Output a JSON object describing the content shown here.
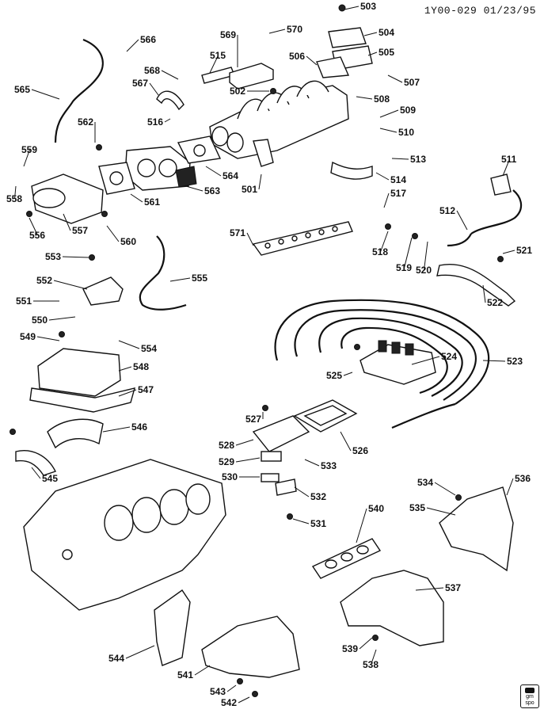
{
  "header": {
    "code": "1Y00-029 01/23/95"
  },
  "logo": {
    "text": "gm spo"
  },
  "callouts": [
    "501",
    "502",
    "503",
    "504",
    "505",
    "506",
    "507",
    "508",
    "509",
    "510",
    "511",
    "512",
    "513",
    "514",
    "515",
    "516",
    "517",
    "518",
    "519",
    "520",
    "521",
    "522",
    "523",
    "524",
    "525",
    "526",
    "527",
    "528",
    "529",
    "530",
    "531",
    "532",
    "533",
    "534",
    "535",
    "536",
    "537",
    "538",
    "539",
    "540",
    "541",
    "542",
    "543",
    "544",
    "545",
    "546",
    "547",
    "548",
    "549",
    "550",
    "551",
    "552",
    "553",
    "554",
    "555",
    "556",
    "557",
    "558",
    "559",
    "560",
    "561",
    "562",
    "563",
    "564",
    "565",
    "566",
    "567",
    "568",
    "569",
    "570",
    "571"
  ]
}
